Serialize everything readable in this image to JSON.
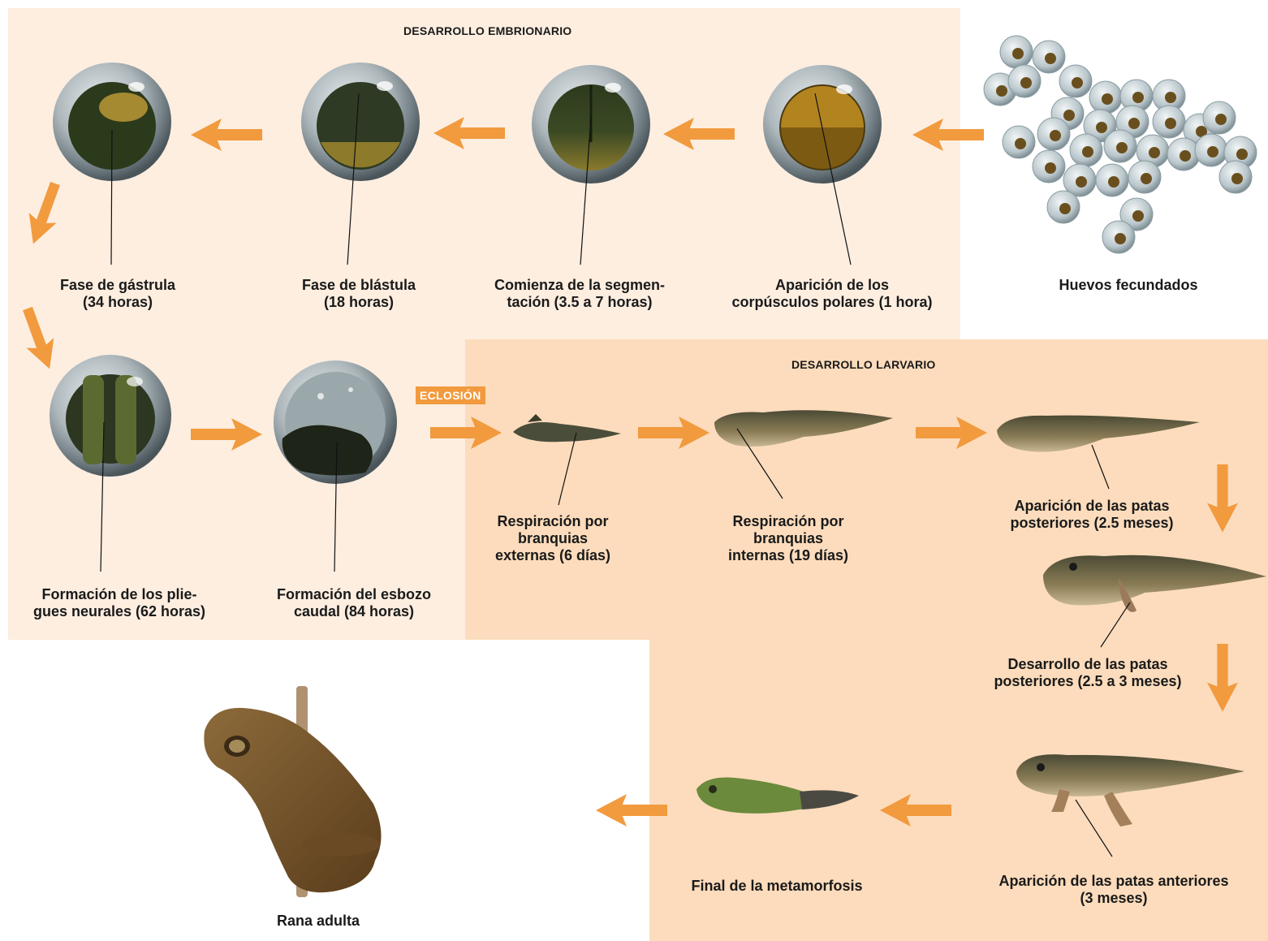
{
  "sections": {
    "embryonic_title": "DESARROLLO EMBRIONARIO",
    "larval_title": "DESARROLLO LARVARIO",
    "hatching_badge": "ECLOSIÓN"
  },
  "stages": [
    {
      "id": "huevos",
      "lines": [
        "Huevos fecundados"
      ]
    },
    {
      "id": "corpusculos",
      "lines": [
        "Aparición de los",
        "corpúsculos polares (1 hora)"
      ]
    },
    {
      "id": "segmentacion",
      "lines": [
        "Comienza de la segmen-",
        "tación (3.5 a 7 horas)"
      ]
    },
    {
      "id": "blastula",
      "lines": [
        "Fase de blástula",
        "(18 horas)"
      ]
    },
    {
      "id": "gastrula",
      "lines": [
        "Fase de gástrula",
        "(34 horas)"
      ]
    },
    {
      "id": "pliegues",
      "lines": [
        "Formación de los plie-",
        "gues neurales (62 horas)"
      ]
    },
    {
      "id": "esbozo",
      "lines": [
        "Formación del esbozo",
        "caudal (84 horas)"
      ]
    },
    {
      "id": "branquias_ext",
      "lines": [
        "Respiración por",
        "branquias",
        "externas (6 días)"
      ]
    },
    {
      "id": "branquias_int",
      "lines": [
        "Respiración por",
        "branquias",
        "internas (19 días)"
      ]
    },
    {
      "id": "patas_post",
      "lines": [
        "Aparición de las patas",
        "posteriores (2.5 meses)"
      ]
    },
    {
      "id": "desarrollo_post",
      "lines": [
        "Desarrollo de las patas",
        "posteriores (2.5 a 3 meses)"
      ]
    },
    {
      "id": "patas_ant",
      "lines": [
        "Aparición de las patas anteriores",
        "(3 meses)"
      ]
    },
    {
      "id": "final",
      "lines": [
        "Final de la metamorfosis"
      ]
    },
    {
      "id": "adulta",
      "lines": [
        "Rana adulta"
      ]
    }
  ],
  "colors": {
    "embryonic_bg": "#fdeee0",
    "larval_bg": "#fcdcbc",
    "arrow": "#f29a3e"
  }
}
